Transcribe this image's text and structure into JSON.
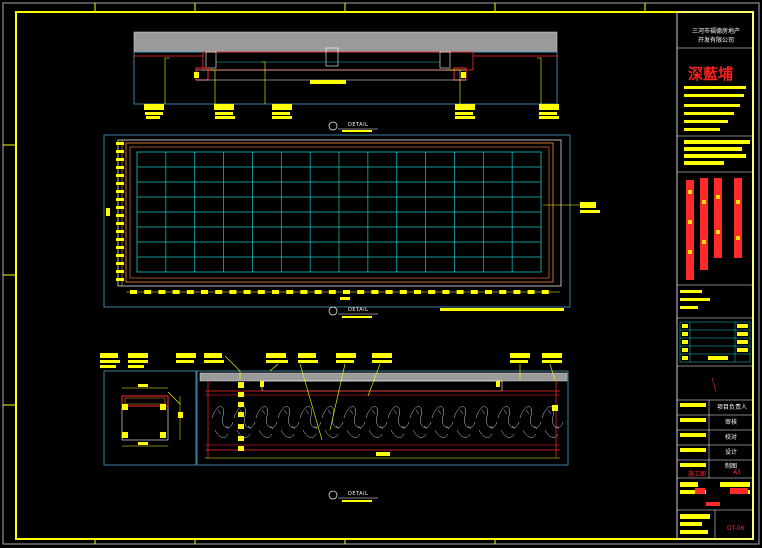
{
  "title_block": {
    "company_line1": "三河市福德房地产",
    "company_line2": "开发有限公司",
    "logo": "深藍埔",
    "row_labels": [
      "项目负责人",
      "审核",
      "校对",
      "设计",
      "制图"
    ],
    "bottom_left": "施工图",
    "bottom_right": "A3",
    "drawing_no": "DT-06"
  },
  "details": {
    "top": "DETAIL",
    "middle": "DETAIL",
    "bottom": "DETAIL"
  },
  "colors": {
    "frame": "#ffff00",
    "grid": "#18c9c9",
    "red": "#ff2a2a",
    "tag_yellow": "#ffff00",
    "sheet_fill": "#000000"
  }
}
